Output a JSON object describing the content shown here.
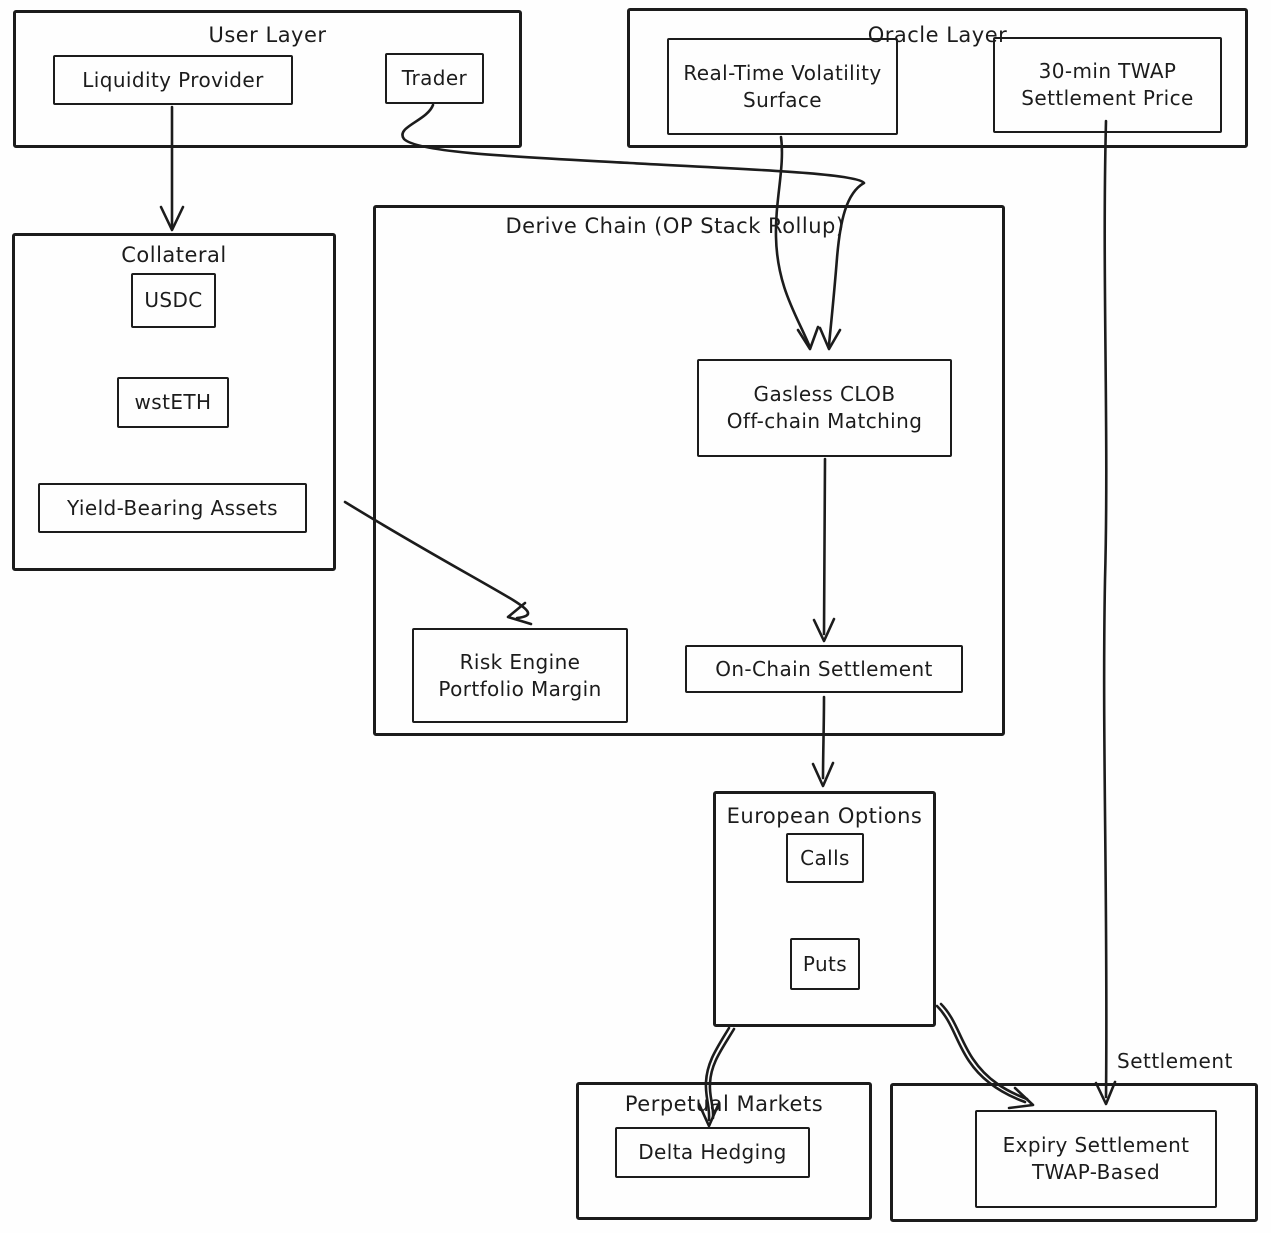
{
  "colors": {
    "stroke": "#1c1c1c",
    "background": "#fefefe"
  },
  "user_layer": {
    "title": "User Layer",
    "liquidity_provider": "Liquidity Provider",
    "trader": "Trader"
  },
  "oracle_layer": {
    "title": "Oracle Layer",
    "volatility_surface": {
      "line1": "Real-Time Volatility",
      "line2": "Surface"
    },
    "twap_price": {
      "line1": "30-min TWAP",
      "line2": "Settlement Price"
    }
  },
  "collateral": {
    "title": "Collateral",
    "usdc": "USDC",
    "wsteth": "wstETH",
    "yield_bearing_assets": "Yield-Bearing Assets"
  },
  "derive_chain": {
    "title": "Derive Chain (OP Stack Rollup)",
    "gasless_clob": {
      "line1": "Gasless CLOB",
      "line2": "Off-chain Matching"
    },
    "risk_engine": {
      "line1": "Risk Engine",
      "line2": "Portfolio Margin"
    },
    "onchain_settlement": "On-Chain Settlement"
  },
  "european_options": {
    "title": "European Options",
    "calls": "Calls",
    "puts": "Puts"
  },
  "perpetual_markets": {
    "title": "Perpetual Markets",
    "delta_hedging": "Delta Hedging"
  },
  "settlement": {
    "title": "Settlement",
    "expiry": {
      "line1": "Expiry Settlement",
      "line2": "TWAP-Based"
    }
  }
}
